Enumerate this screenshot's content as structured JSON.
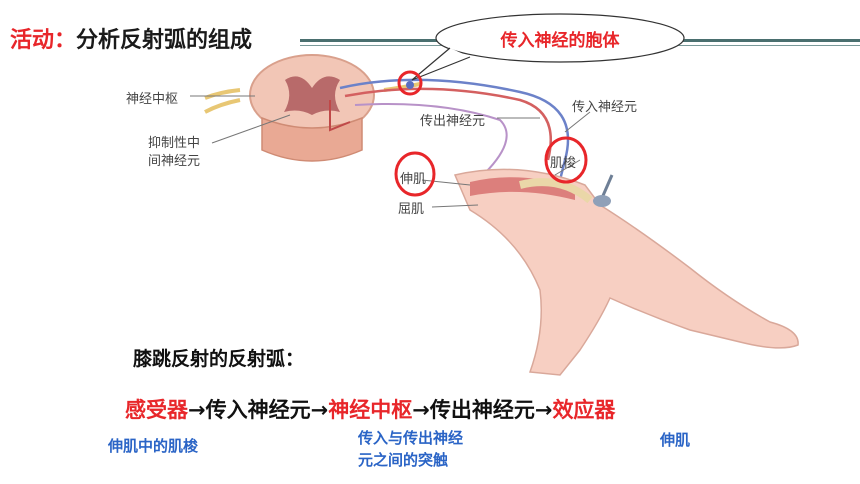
{
  "title": {
    "prefix": "活动：",
    "text": "分析反射弧的组成"
  },
  "callout": "传入神经的胞体",
  "figure_labels": {
    "nerve_center": "神经中枢",
    "inhibitory_1": "抑制性中",
    "inhibitory_2": "间神经元",
    "efferent": "传出神经元",
    "afferent": "传入神经元",
    "extensor": "伸肌",
    "spindle": "肌梭",
    "flexor": "屈肌"
  },
  "arc_heading": "膝跳反射的反射弧：",
  "chain": {
    "receptor": "感受器",
    "arrow1": "→",
    "afferent": "传入神经元",
    "arrow2": "→",
    "center": "神经中枢",
    "arrow3": "→",
    "efferent": "传出神经元",
    "arrow4": "→",
    "effector": "效应器"
  },
  "notes": {
    "receptor_note": "伸肌中的肌梭",
    "center_note_1": "传入与传出神经",
    "center_note_2": "元之间的突触",
    "effector_note": "伸肌"
  },
  "colors": {
    "highlight": "#e8262a",
    "note": "#2a64c6",
    "title_line": "#4a6f6f"
  }
}
